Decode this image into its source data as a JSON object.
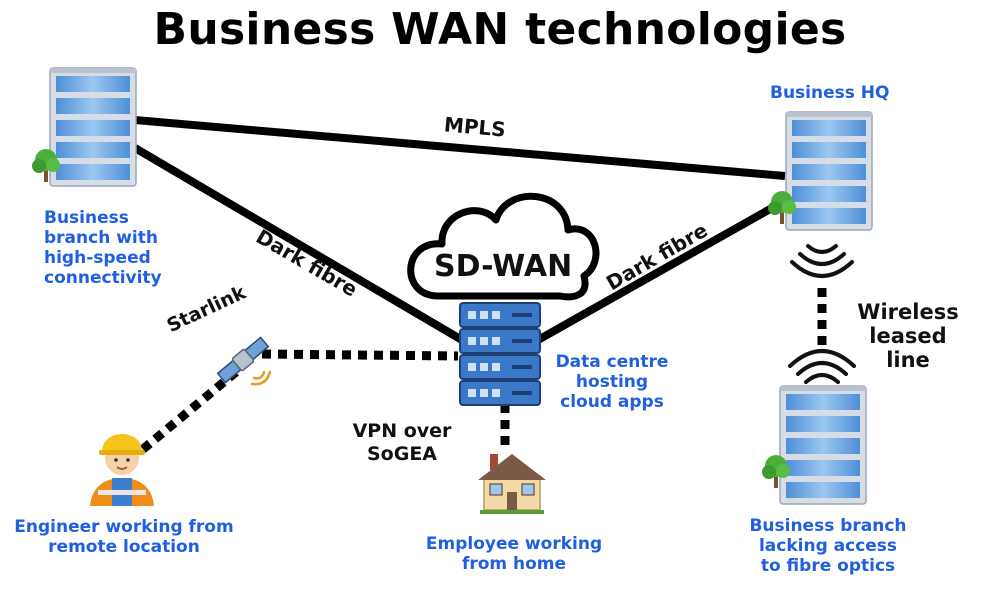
{
  "title": "Business WAN technologies",
  "colors": {
    "link": "#000000",
    "site_label": "#1f5fe0",
    "building_glass": "#6fa6e0",
    "building_frame": "#d7dde6",
    "server": "#3a78c8",
    "house_wall": "#f3d9a6",
    "house_roof": "#7b5a45",
    "tree": "#4caf3a",
    "helmet": "#f6c21c"
  },
  "cloud": {
    "label": "SD-WAN",
    "icon": "cloud-icon"
  },
  "sites": {
    "branch": {
      "label": "Business\nbranch with\nhigh-speed\nconnectivity",
      "icon": "office-building-icon"
    },
    "hq": {
      "label": "Business HQ",
      "icon": "office-building-icon"
    },
    "datacentre": {
      "label": "Data centre\nhosting\ncloud apps",
      "icon": "server-rack-icon"
    },
    "engineer": {
      "label": "Engineer working from\nremote location",
      "icon": "engineer-icon"
    },
    "home": {
      "label": "Employee working\nfrom home",
      "icon": "house-icon"
    },
    "branch_no_fibre": {
      "label": "Business branch\nlacking access\nto fibre optics",
      "icon": "office-building-icon"
    },
    "satellite": {
      "icon": "satellite-icon"
    }
  },
  "links": {
    "mpls": "MPLS",
    "dark_fibre_left": "Dark fibre",
    "dark_fibre_right": "Dark fibre",
    "starlink": "Starlink",
    "vpn": "VPN over\nSoGEA",
    "wireless": "Wireless\nleased\nline"
  }
}
